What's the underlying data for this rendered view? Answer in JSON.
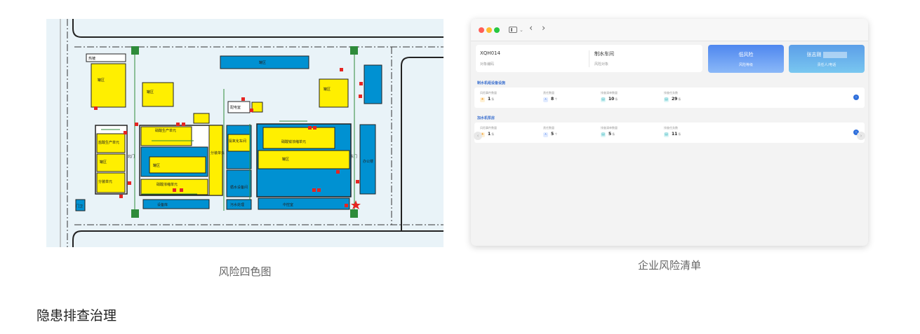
{
  "map": {
    "caption": "风险四色图",
    "labels": {
      "top_left_small": "热镀",
      "top_center": "罐区",
      "tank_a": "罐区",
      "tank_b": "罐区",
      "tank_c": "罐区",
      "distribution": "配电室",
      "nitric_unit": "硝酸生产单元",
      "acid_prod_unit": "盐酸生产单元",
      "tank_d": "罐区",
      "tank_e": "罐区",
      "split_unit": "分装单元",
      "nitric_storage": "硝酸浓缩单元",
      "split_unit2": "分装单元",
      "nh3_unit": "氨氧化车间",
      "ammonium_unit": "硝酸铵浓缩单元",
      "tank_f": "罐区",
      "north_gate": "北门",
      "water_unit": "循水设备间",
      "sewage": "污水处理",
      "east_unit": "东门",
      "east_area": "办公楼",
      "equip": "设备库",
      "control": "中控室",
      "guard": "门卫"
    },
    "colors": {
      "blue": "#0091d2",
      "yellow": "#ffef00",
      "red": "#e52522",
      "green": "#2e8b3a",
      "road": "#e9f3f8"
    }
  },
  "app": {
    "caption": "企业风险清单",
    "titlebar": {
      "back": "‹",
      "forward": "›",
      "caret": "⌄"
    },
    "info": {
      "code_value": "XQH014",
      "code_label": "对象编码",
      "object_value": "制水车间",
      "object_label": "风险对象"
    },
    "risk_card": {
      "value": "低风险",
      "label": "风险等级"
    },
    "owner_card": {
      "value": "张志刚",
      "label": "责任人/电话"
    },
    "sections": [
      {
        "title": "制水机组设备设施",
        "stats": [
          {
            "label": "风险事件数量",
            "icon": "★",
            "value": "1",
            "unit": "条"
          },
          {
            "label": "责任数量",
            "icon": "ㅅ",
            "value": "8",
            "unit": "个"
          },
          {
            "label": "排查清单数量",
            "icon": "▤",
            "value": "10",
            "unit": "条"
          },
          {
            "label": "排查任务数",
            "icon": "▤",
            "value": "29",
            "unit": "条"
          }
        ]
      },
      {
        "title": "加水机泵房",
        "stats": [
          {
            "label": "风险事件数量",
            "icon": "★",
            "value": "1",
            "unit": "条"
          },
          {
            "label": "责任数量",
            "icon": "ㅅ",
            "value": "5",
            "unit": "个"
          },
          {
            "label": "排查清单数量",
            "icon": "▤",
            "value": "5",
            "unit": "条"
          },
          {
            "label": "排查任务数",
            "icon": "▤",
            "value": "11",
            "unit": "条"
          }
        ]
      }
    ],
    "more_icon": "›",
    "prev_arrow": "‹",
    "next_arrow": "›"
  },
  "heading": "隐患排查治理"
}
